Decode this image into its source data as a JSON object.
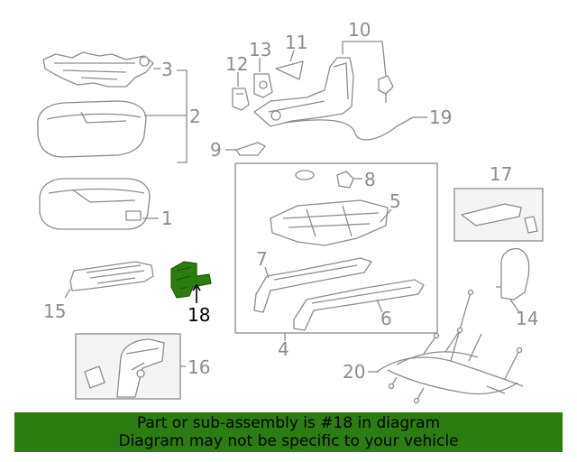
{
  "diagram": {
    "callouts": {
      "c1": "1",
      "c2": "2",
      "c3": "3",
      "c4": "4",
      "c5": "5",
      "c6": "6",
      "c7": "7",
      "c8": "8",
      "c9": "9",
      "c10": "10",
      "c11": "11",
      "c12": "12",
      "c13": "13",
      "c14": "14",
      "c15": "15",
      "c16": "16",
      "c17": "17",
      "c18": "18",
      "c19": "19",
      "c20": "20"
    },
    "highlighted_part": "18",
    "highlight_color": "#2c7d10",
    "line_color": "#8c8c8c"
  },
  "banner": {
    "line1": "Part or sub-assembly is #18 in diagram",
    "line2": "Diagram may not be specific to your vehicle",
    "background": "#2c7d10"
  }
}
